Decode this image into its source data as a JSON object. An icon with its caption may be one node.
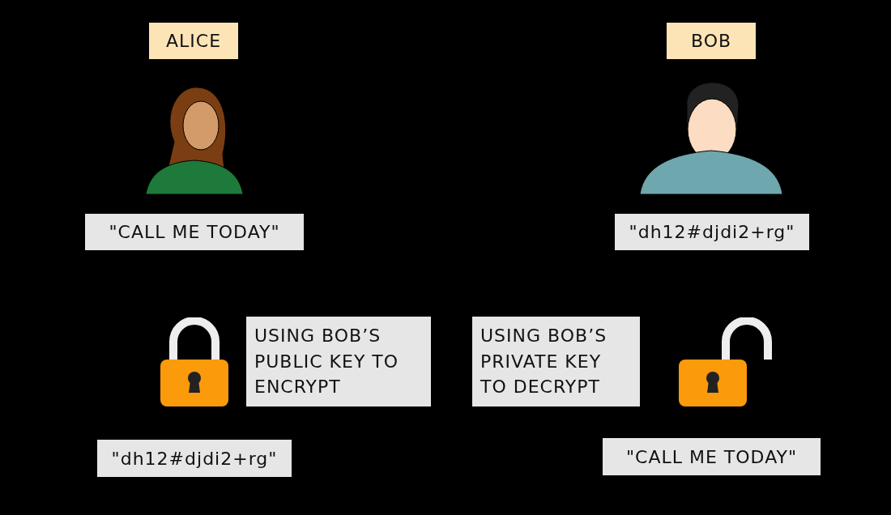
{
  "diagram": {
    "nodes": [
      {
        "text": [
          "ALICE"
        ]
      },
      {
        "text": [
          "BOB"
        ]
      },
      {
        "text": [
          "\"CALL ME TODAY\""
        ]
      },
      {
        "text": [
          "\"dh12#djdi2+rg\""
        ]
      },
      {
        "text": [
          "USING BOB’S PUBLIC KEY TO ENCRYPT"
        ]
      },
      {
        "text": [
          "USING BOB’S PRIVATE KEY TO DECRYPT"
        ]
      },
      {
        "text": [
          "\"dh12#djdi2+rg\""
        ]
      },
      {
        "text": [
          "\"CALL ME TODAY\""
        ]
      }
    ]
  }
}
